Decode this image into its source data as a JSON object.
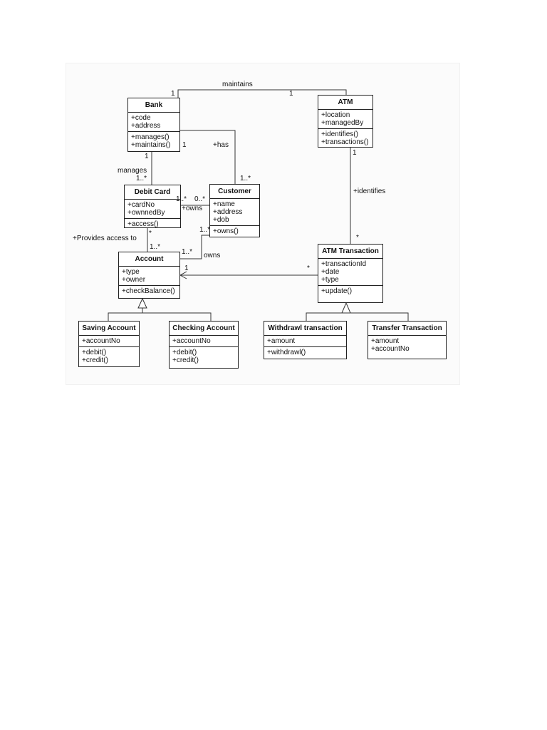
{
  "classes": {
    "bank": {
      "name": "Bank",
      "attrs": [
        "+code",
        "+address"
      ],
      "ops": [
        "+manages()",
        "+maintains()"
      ]
    },
    "atm": {
      "name": "ATM",
      "attrs": [
        "+location",
        "+managedBy"
      ],
      "ops": [
        "+identifies()",
        "+transactions()"
      ]
    },
    "debit_card": {
      "name": "Debit Card",
      "attrs": [
        "+cardNo",
        "+ownnedBy"
      ],
      "ops": [
        "+access()"
      ]
    },
    "customer": {
      "name": "Customer",
      "attrs": [
        "+name",
        "+address",
        "+dob"
      ],
      "ops": [
        "+owns()"
      ]
    },
    "account": {
      "name": "Account",
      "attrs": [
        "+type",
        "+owner"
      ],
      "ops": [
        "+checkBalance()"
      ]
    },
    "atm_transaction": {
      "name": "ATM Transaction",
      "attrs": [
        "+transactionId",
        "+date",
        "+type"
      ],
      "ops": [
        "+update()"
      ]
    },
    "saving_account": {
      "name": "Saving Account",
      "attrs": [
        "+accountNo"
      ],
      "ops": [
        "+debit()",
        "+credit()"
      ]
    },
    "checking_account": {
      "name": "Checking Account",
      "attrs": [
        "+accountNo"
      ],
      "ops": [
        "+debit()",
        "+credit()"
      ]
    },
    "withdrawl_transaction": {
      "name": "Withdrawl transaction",
      "attrs": [
        "+amount"
      ],
      "ops": [
        "+withdrawl()"
      ]
    },
    "transfer_transaction": {
      "name": "Transfer Transaction",
      "attrs": [
        "+amount",
        "+accountNo"
      ],
      "ops": []
    }
  },
  "labels": {
    "maintains": "maintains",
    "bank_maintains_mult": "1",
    "atm_maintains_mult": "1",
    "has": "+has",
    "bank_has_mult": "1",
    "customer_has_mult": "1..*",
    "manages": "manages",
    "bank_manages_mult": "1",
    "card_manages_mult": "1..*",
    "card_owns_mult": "1..*",
    "customer_card_mult": "0..*",
    "owns_card": "+owns",
    "provides_access": "+Provides access to",
    "card_access_mult": "*",
    "account_access_mult": "1..*",
    "customer_account_mult": "1..*",
    "account_owns_mult": "1..*",
    "owns_account": "owns",
    "identifies": "+identifies",
    "atm_identifies_mult": "1",
    "trans_identifies_mult": "*",
    "account_trans_mult": "1",
    "trans_account_mult": "*"
  }
}
